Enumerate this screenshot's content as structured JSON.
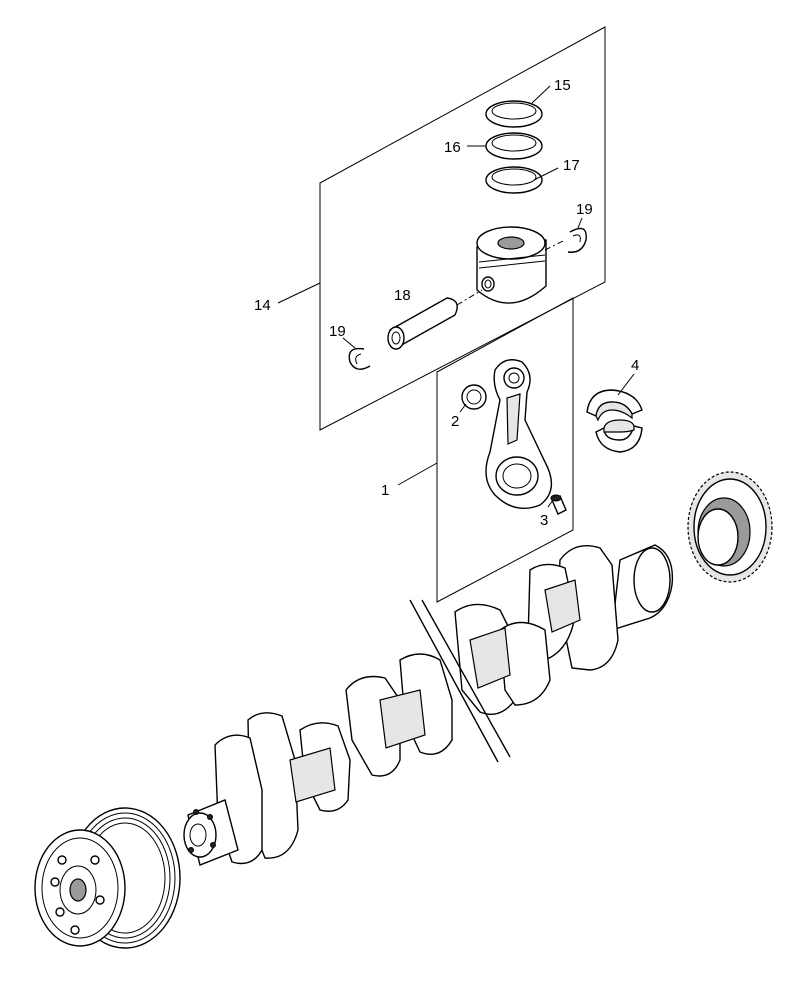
{
  "callouts": {
    "c1": "1",
    "c2": "2",
    "c3": "3",
    "c4": "4",
    "c14": "14",
    "c15": "15",
    "c16": "16",
    "c17": "17",
    "c18": "18",
    "c19a": "19",
    "c19b": "19"
  }
}
